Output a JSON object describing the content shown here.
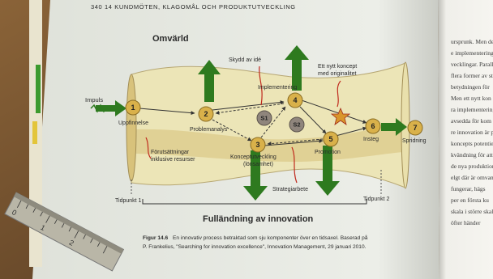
{
  "header": "340  14  KUNDMÖTEN, KLAGOMÅL OCH PRODUKTUTVECKLING",
  "diagram": {
    "top_label": "Omvärld",
    "bottom_label": "Fulländning av innovation",
    "labels": {
      "impuls": "Impuls",
      "uppfinnelse": "Uppfinnelse",
      "problemanalys": "Problemanalys",
      "skydd": "Skydd av idé",
      "implementering": "Implementering",
      "nytt_koncept_1": "Ett nytt koncept",
      "nytt_koncept_2": "med originalitet",
      "konceptutveckling_1": "Konceptutveckling",
      "konceptutveckling_2": "(lönsamhet)",
      "promotion": "Promotion",
      "insteg": "Insteg",
      "spridning": "Spridning",
      "forutsattningar_1": "Förutsättningar",
      "forutsattningar_2": "inklusive resurser",
      "tidpunkt1": "Tidpunkt 1",
      "tidpunkt2": "Tidpunkt 2",
      "strategiarbete": "Strategiarbete"
    },
    "nodes": [
      "1",
      "2",
      "3",
      "4",
      "5",
      "6",
      "7"
    ],
    "s_nodes": [
      "S1",
      "S2"
    ]
  },
  "caption": {
    "bold": "Figur 14.6",
    "line1": "En innovativ process betraktad som sju komponenter över en tidsaxel. Baserad på",
    "line2": "P. Frankelius, \"Searching for innovation excellence\", Innovation Management, 29 januari 2010."
  },
  "right_page_lines": [
    "ursprunk. Men de",
    "e implementering",
    "vecklingar. Paralle",
    "flera former av str",
    "betydningen för",
    "Men ett nytt kon",
    "ra implementering",
    "avsedda för kom",
    "re innovation är p",
    "koncepts potentiella k",
    "kvändning för att få det",
    "de nya produktionsper",
    "elgt där är omvand",
    "fungerar, hägs",
    "per en första ku",
    "skala i större skala i",
    "öfter händer"
  ],
  "ruler_marks": [
    "0",
    "1",
    "2"
  ],
  "colors": {
    "wood": "#6a4a2c",
    "page_left": "#e9ebe4",
    "page_right": "#f2f1ec",
    "band": "#e7dfa9",
    "band_dark": "#d2bb6e",
    "node_fill": "#d9b14a",
    "arrow_green": "#2e7a1f",
    "s_fill": "#8f857c",
    "star_fill": "#d9962a",
    "red_line": "#c02a1e"
  }
}
